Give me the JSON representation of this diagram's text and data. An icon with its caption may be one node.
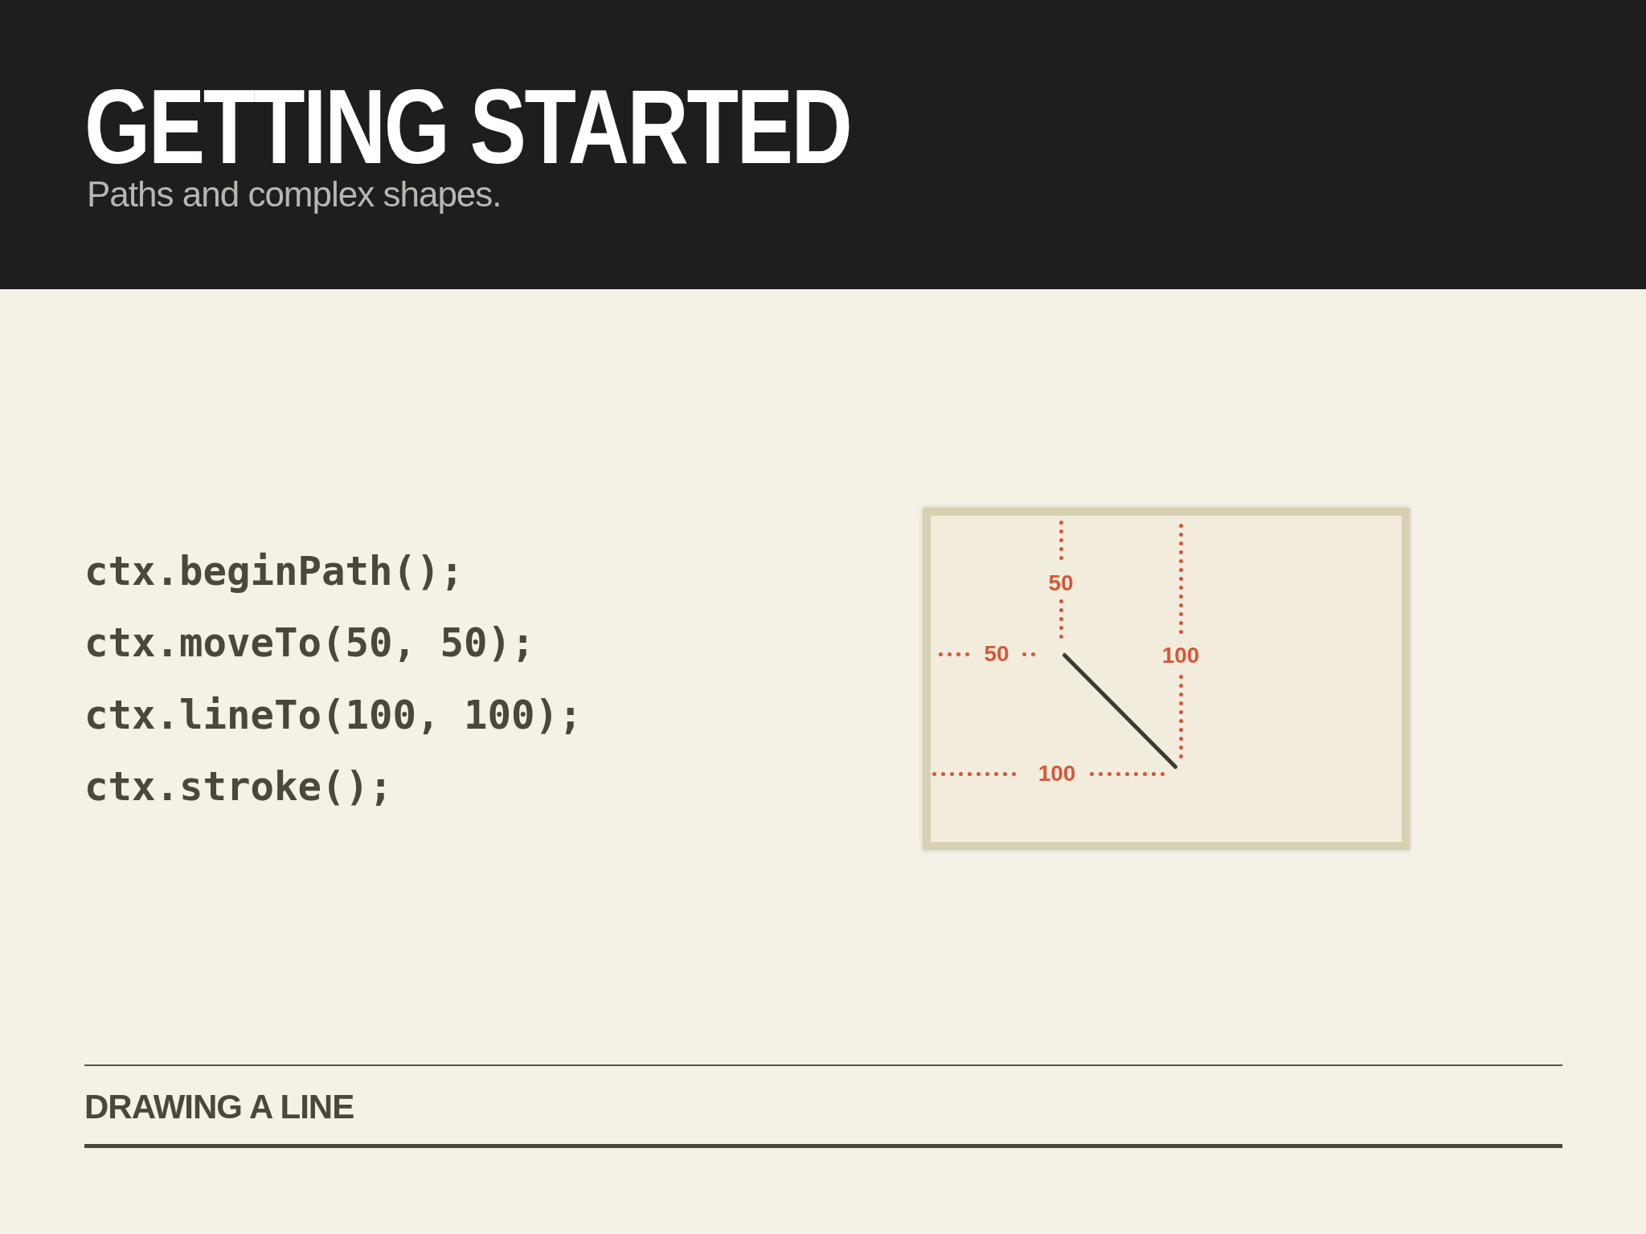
{
  "diagram": {
    "title": "GETTING STARTED",
    "caption": "DRAWING A LINE",
    "labels": [
      "Paths and complex shapes.",
      "ctx.beginPath();",
      "ctx.moveTo(50, 50);",
      "ctx.lineTo(100, 100);",
      "ctx.stroke();",
      "50",
      "50",
      "100",
      "100"
    ]
  }
}
